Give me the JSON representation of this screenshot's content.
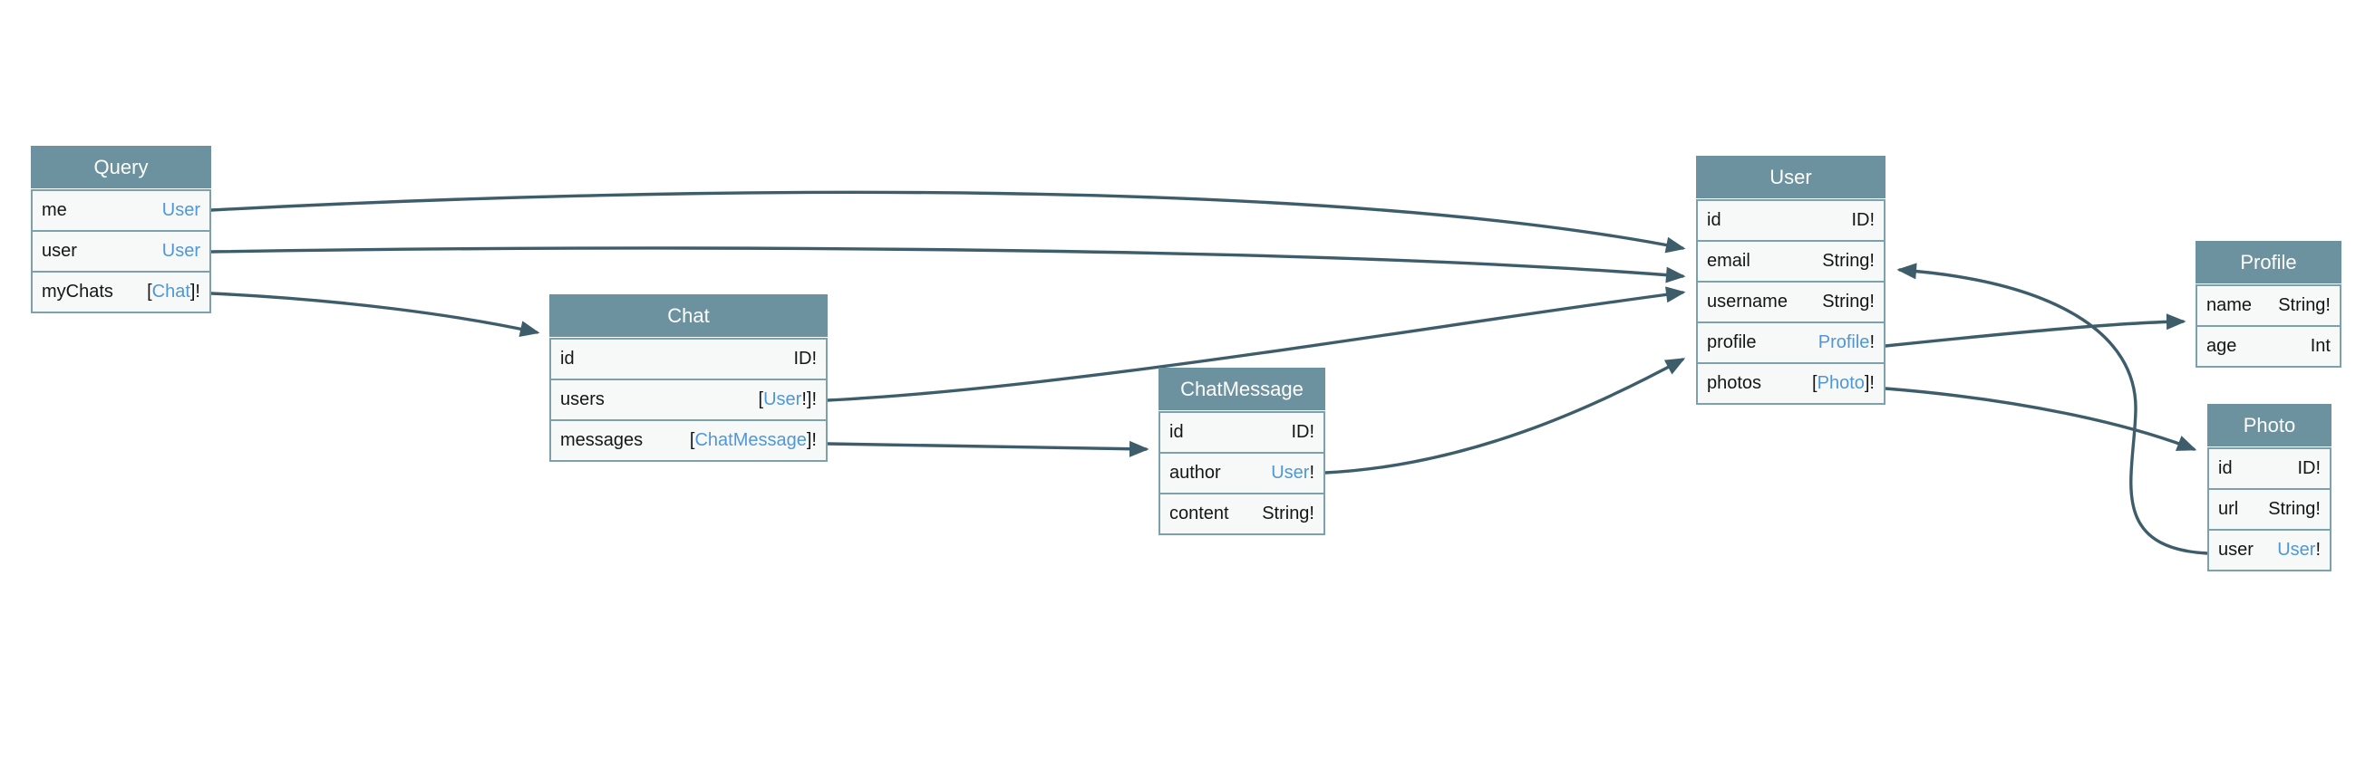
{
  "diagram": {
    "colors": {
      "header_bg": "#6b929e",
      "row_bg": "#f7f9f9",
      "table_border": "#7ba1ad",
      "edge": "#3e5d6a",
      "type_link": "#4f97d7",
      "header_text": "#ffffff",
      "field_text": "#151515"
    },
    "entities": [
      {
        "id": "query",
        "name": "Query",
        "fields": [
          {
            "name": "me",
            "type": [
              {
                "text": "User",
                "kind": "type"
              }
            ]
          },
          {
            "name": "user",
            "type": [
              {
                "text": "User",
                "kind": "type"
              }
            ]
          },
          {
            "name": "myChats",
            "type": [
              {
                "text": "[",
                "kind": "plain"
              },
              {
                "text": "Chat",
                "kind": "type"
              },
              {
                "text": "]!",
                "kind": "plain"
              }
            ]
          }
        ]
      },
      {
        "id": "chat",
        "name": "Chat",
        "fields": [
          {
            "name": "id",
            "type": [
              {
                "text": "ID!",
                "kind": "plain"
              }
            ]
          },
          {
            "name": "users",
            "type": [
              {
                "text": "[",
                "kind": "plain"
              },
              {
                "text": "User",
                "kind": "type"
              },
              {
                "text": "!]!",
                "kind": "plain"
              }
            ]
          },
          {
            "name": "messages",
            "type": [
              {
                "text": "[",
                "kind": "plain"
              },
              {
                "text": "ChatMessage",
                "kind": "type"
              },
              {
                "text": "]!",
                "kind": "plain"
              }
            ]
          }
        ]
      },
      {
        "id": "chatmessage",
        "name": "ChatMessage",
        "fields": [
          {
            "name": "id",
            "type": [
              {
                "text": "ID!",
                "kind": "plain"
              }
            ]
          },
          {
            "name": "author",
            "type": [
              {
                "text": "User",
                "kind": "type"
              },
              {
                "text": "!",
                "kind": "plain"
              }
            ]
          },
          {
            "name": "content",
            "type": [
              {
                "text": "String!",
                "kind": "plain"
              }
            ]
          }
        ]
      },
      {
        "id": "user",
        "name": "User",
        "fields": [
          {
            "name": "id",
            "type": [
              {
                "text": "ID!",
                "kind": "plain"
              }
            ]
          },
          {
            "name": "email",
            "type": [
              {
                "text": "String!",
                "kind": "plain"
              }
            ]
          },
          {
            "name": "username",
            "type": [
              {
                "text": "String!",
                "kind": "plain"
              }
            ]
          },
          {
            "name": "profile",
            "type": [
              {
                "text": "Profile",
                "kind": "type"
              },
              {
                "text": "!",
                "kind": "plain"
              }
            ]
          },
          {
            "name": "photos",
            "type": [
              {
                "text": "[",
                "kind": "plain"
              },
              {
                "text": "Photo",
                "kind": "type"
              },
              {
                "text": "]!",
                "kind": "plain"
              }
            ]
          }
        ]
      },
      {
        "id": "profile",
        "name": "Profile",
        "fields": [
          {
            "name": "name",
            "type": [
              {
                "text": "String!",
                "kind": "plain"
              }
            ]
          },
          {
            "name": "age",
            "type": [
              {
                "text": "Int",
                "kind": "plain"
              }
            ]
          }
        ]
      },
      {
        "id": "photo",
        "name": "Photo",
        "fields": [
          {
            "name": "id",
            "type": [
              {
                "text": "ID!",
                "kind": "plain"
              }
            ]
          },
          {
            "name": "url",
            "type": [
              {
                "text": "String!",
                "kind": "plain"
              }
            ]
          },
          {
            "name": "user",
            "type": [
              {
                "text": "User",
                "kind": "type"
              },
              {
                "text": "!",
                "kind": "plain"
              }
            ]
          }
        ]
      }
    ],
    "edges": [
      {
        "from": "Query.me",
        "to": "User"
      },
      {
        "from": "Query.user",
        "to": "User"
      },
      {
        "from": "Query.myChats",
        "to": "Chat"
      },
      {
        "from": "Chat.users",
        "to": "User"
      },
      {
        "from": "Chat.messages",
        "to": "ChatMessage"
      },
      {
        "from": "ChatMessage.author",
        "to": "User"
      },
      {
        "from": "User.profile",
        "to": "Profile"
      },
      {
        "from": "User.photos",
        "to": "Photo"
      },
      {
        "from": "Photo.user",
        "to": "User"
      }
    ]
  }
}
